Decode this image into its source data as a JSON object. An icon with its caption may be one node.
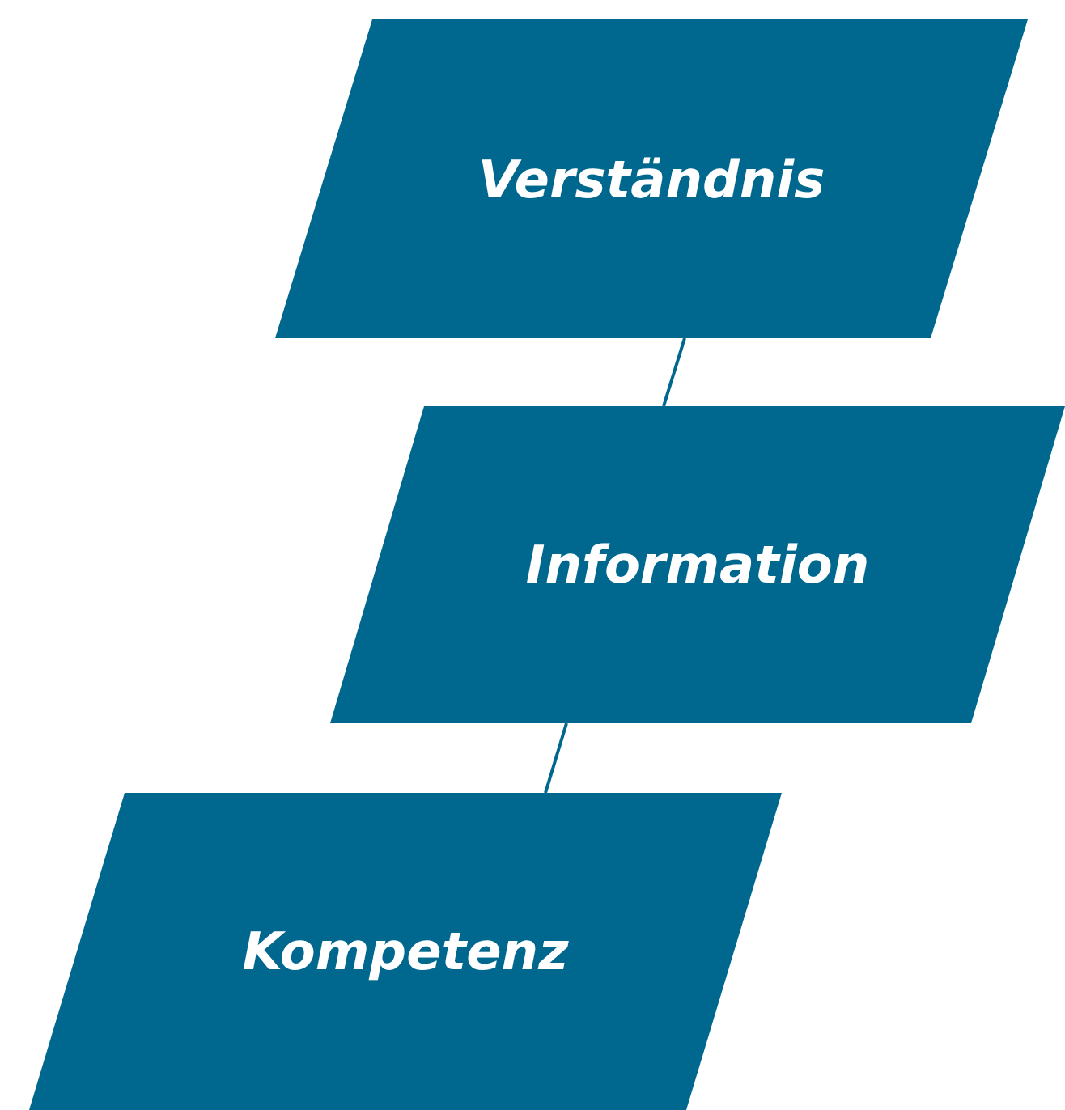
{
  "diagram": {
    "nodes": [
      {
        "text": [
          "Verständnis"
        ]
      },
      {
        "text": [
          "Information"
        ]
      },
      {
        "text": [
          "Kompetenz"
        ]
      }
    ],
    "edges": [
      {
        "from": 0,
        "to": 1,
        "arrow": "none"
      },
      {
        "from": 1,
        "to": 2,
        "arrow": "none"
      }
    ]
  }
}
